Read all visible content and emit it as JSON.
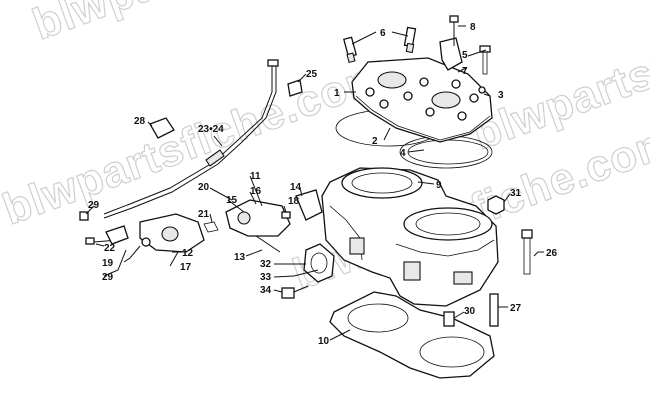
{
  "watermark": {
    "text": "blwpartsfiche.com",
    "color": "#cfcfcf"
  },
  "labels": {
    "l1": "1",
    "l2": "2",
    "l3": "3",
    "l4": "4",
    "l5": "5",
    "l6": "6",
    "l7": "7",
    "l8": "8",
    "l9": "9",
    "l10": "10",
    "l11": "11",
    "l12": "12",
    "l13": "13",
    "l14": "14",
    "l15": "15",
    "l16": "16",
    "l17": "17",
    "l18": "18",
    "l19": "19",
    "l20": "20",
    "l21": "21",
    "l22": "22",
    "l23_24": "23•24",
    "l25": "25",
    "l26": "26",
    "l27": "27",
    "l28": "28",
    "l29a": "29",
    "l29b": "29",
    "l30": "30",
    "l31": "31",
    "l32": "32",
    "l33": "33",
    "l34": "34"
  },
  "colors": {
    "line": "#111111",
    "background": "#ffffff"
  }
}
